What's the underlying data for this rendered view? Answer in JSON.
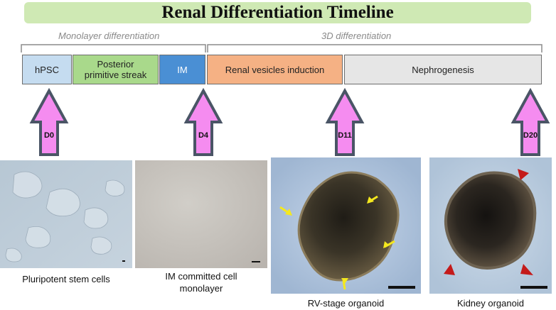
{
  "title": "Renal Differentiation Timeline",
  "phases": {
    "monolayer": "Monolayer differentiation",
    "three_d": "3D differentiation"
  },
  "stages": [
    {
      "label": "hPSC",
      "color": "#c5dcf0"
    },
    {
      "label": "Posterior\nprimitive streak",
      "color": "#a9d98b"
    },
    {
      "label": "IM",
      "color": "#4a8fd4"
    },
    {
      "label": "Renal vesicles induction",
      "color": "#f5b184"
    },
    {
      "label": "Nephrogenesis",
      "color": "#e6e6e6"
    }
  ],
  "days": [
    "D0",
    "D4",
    "D11",
    "D20"
  ],
  "arrow_color": "#f58cf0",
  "arrow_border": "#4a5566",
  "annotation_arrow_color": "#f4e81e",
  "annotation_arrowhead_color": "#c41a1a",
  "captions": {
    "pluripotent": "Pluripotent stem cells",
    "im_committed": "IM committed cell\nmonolayer",
    "rv_stage": "RV-stage organoid",
    "kidney": "Kidney organoid"
  }
}
